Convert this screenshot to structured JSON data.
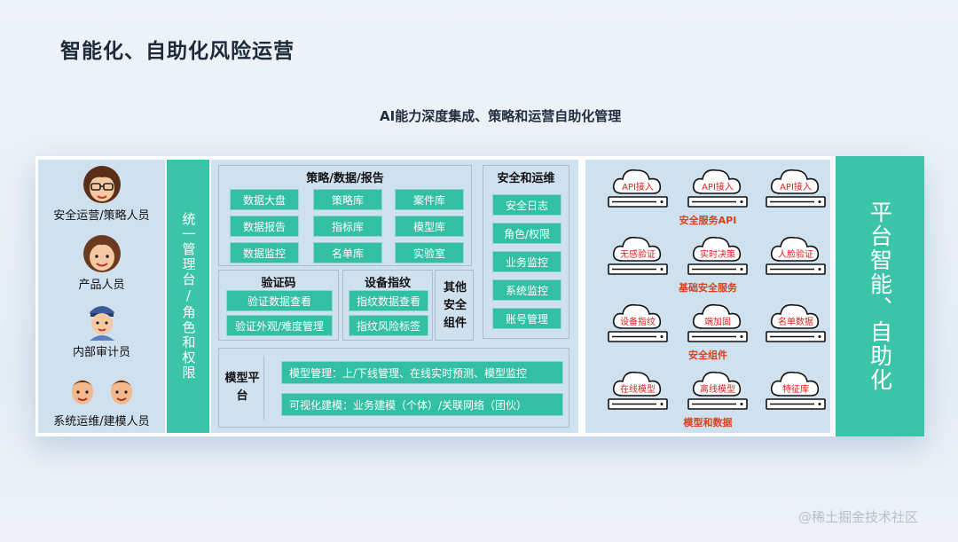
{
  "title": "智能化、自助化风险运营",
  "subtitle": "AI能力深度集成、策略和运营自助化管理",
  "roles": [
    "安全运营/策略人员",
    "产品人员",
    "内部审计员",
    "系统运维/建模人员"
  ],
  "unified_label": "统一管理台/角色和权限",
  "strategy": {
    "title": "策略/数据/报告",
    "items": [
      "数据大盘",
      "策略库",
      "案件库",
      "数据报告",
      "指标库",
      "模型库",
      "数据监控",
      "名单库",
      "实验室"
    ]
  },
  "ops": {
    "title": "安全和运维",
    "items": [
      "安全日志",
      "角色/权限",
      "业务监控",
      "系统监控",
      "账号管理"
    ]
  },
  "captcha": {
    "title": "验证码",
    "items": [
      "验证数据查看",
      "验证外观/难度管理"
    ]
  },
  "fingerprint": {
    "title": "设备指纹",
    "items": [
      "指纹数据查看",
      "指纹风险标签"
    ]
  },
  "other_components": "其他安全组件",
  "model_platform": {
    "title": "模型平台",
    "items": [
      "模型管理：上/下线管理、在线实时预测、模型监控",
      "可视化建模：业务建模（个体）/关联网络（团伙）"
    ]
  },
  "services": {
    "groups": [
      {
        "label": "安全服务API",
        "clouds": [
          "API接入",
          "API接入",
          "API接入"
        ]
      },
      {
        "label": "基础安全服务",
        "clouds": [
          "无感验证",
          "实时决策",
          "人脸验证"
        ]
      },
      {
        "label": "安全组件",
        "clouds": [
          "设备指纹",
          "端加固",
          "名单数据"
        ]
      },
      {
        "label": "模型和数据",
        "clouds": [
          "在线模型",
          "离线模型",
          "特征库"
        ]
      }
    ]
  },
  "platform_label": "平台智能、自助化",
  "watermark": "@稀土掘金技术社区",
  "colors": {
    "accent": "#3cc4a8",
    "panel": "#cfe0ee",
    "cloud_text": "#e01e1e",
    "group_label": "#d8431a"
  }
}
